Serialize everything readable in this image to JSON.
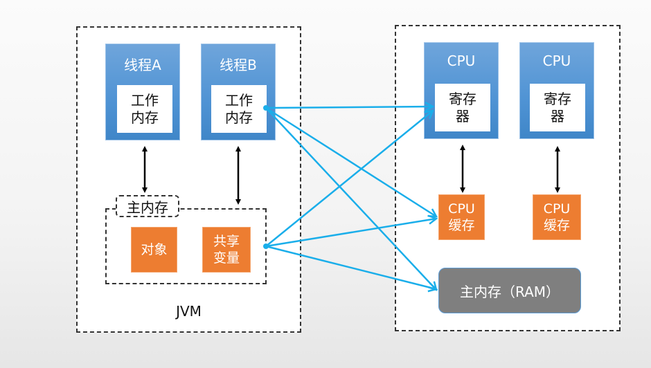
{
  "jvm": {
    "label": "JVM",
    "threads": [
      {
        "title": "线程A",
        "inner": "工作\n内存"
      },
      {
        "title": "线程B",
        "inner": "工作\n内存"
      }
    ],
    "main_memory": {
      "label": "主内存",
      "items": [
        "对象",
        "共享\n变量"
      ]
    }
  },
  "hardware": {
    "cpus": [
      {
        "title": "CPU",
        "inner": "寄存\n器",
        "cache": "CPU\n缓存"
      },
      {
        "title": "CPU",
        "inner": "寄存\n器",
        "cache": "CPU\n缓存"
      }
    ],
    "ram": "主内存（RAM）"
  },
  "colors": {
    "thread_blue": "#5b9bd5",
    "orange": "#ed7d31",
    "ram_gray": "#7f7f7f",
    "mapping_arrow": "#1aaeea",
    "bidirectional_arrow": "#000000"
  },
  "connections": {
    "bidirectional": [
      [
        "线程A",
        "主内存"
      ],
      [
        "线程B",
        "主内存"
      ],
      [
        "CPU 1",
        "CPU缓存 1"
      ],
      [
        "CPU 2",
        "CPU缓存 2"
      ]
    ],
    "mapping": [
      [
        "线程B 工作内存",
        "寄存器"
      ],
      [
        "线程B 工作内存",
        "CPU缓存"
      ],
      [
        "线程B 工作内存",
        "主内存（RAM）"
      ],
      [
        "共享变量",
        "寄存器"
      ],
      [
        "共享变量",
        "CPU缓存"
      ],
      [
        "共享变量",
        "主内存（RAM）"
      ]
    ]
  }
}
